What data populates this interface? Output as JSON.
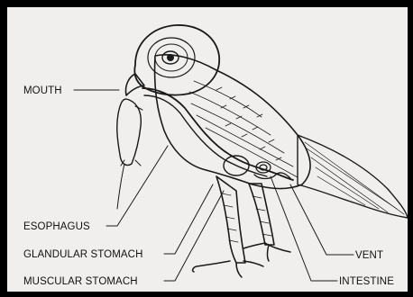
{
  "labels": {
    "mouth": "MOUTH",
    "esophagus": "ESOPHAGUS",
    "glandular_stomach": "GLANDULAR STOMACH",
    "muscular_stomach": "MUSCULAR STOMACH",
    "vent": "VENT",
    "intestine": "INTESTINE"
  }
}
